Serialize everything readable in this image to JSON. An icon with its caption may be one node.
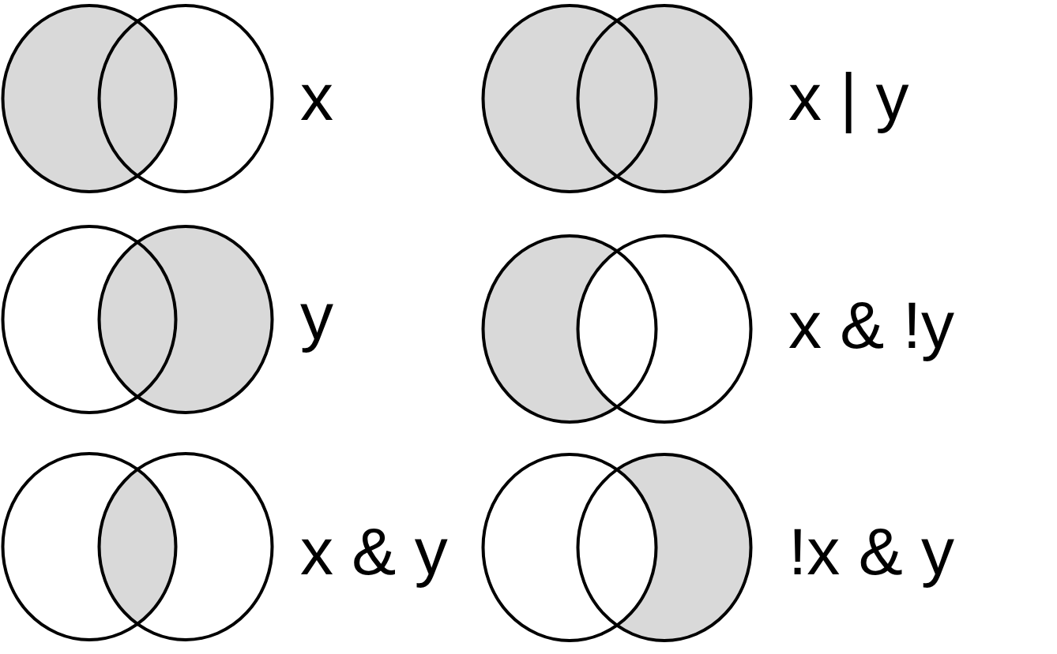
{
  "diagram": {
    "labels": [
      "x",
      "x | y",
      "y",
      "x & !y",
      "x & y",
      "!x & y"
    ]
  }
}
